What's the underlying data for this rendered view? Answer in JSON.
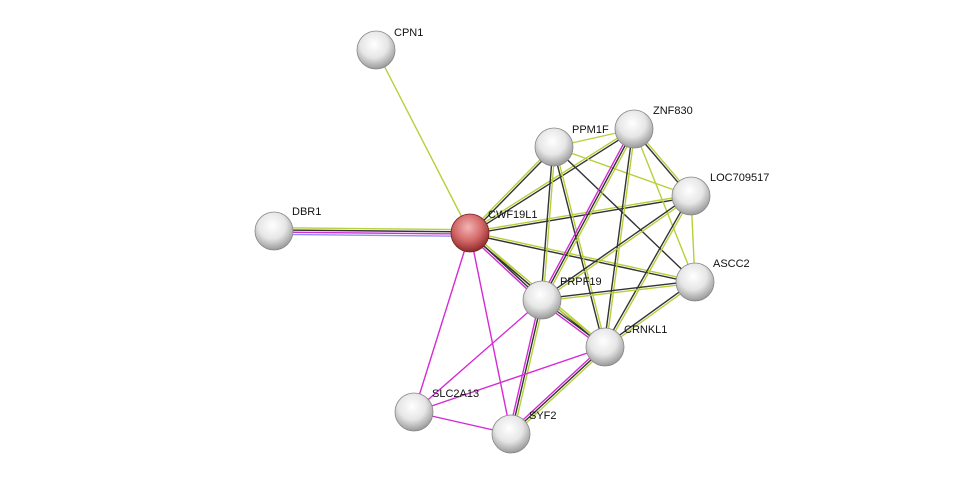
{
  "colors": {
    "textmining": "#b5d13a",
    "coexpression": "#333333",
    "experiments": "#d52ad5",
    "databases": "#8f8fef",
    "query_node": "#d05a5a",
    "node": "#e8e8e8"
  },
  "nodes": [
    {
      "id": "CPN1",
      "label": "CPN1",
      "query": false
    },
    {
      "id": "DBR1",
      "label": "DBR1",
      "query": false
    },
    {
      "id": "CWF19L1",
      "label": "CWF19L1",
      "query": true
    },
    {
      "id": "PPM1F",
      "label": "PPM1F",
      "query": false
    },
    {
      "id": "ZNF830",
      "label": "ZNF830",
      "query": false
    },
    {
      "id": "LOC709517",
      "label": "LOC709517",
      "query": false
    },
    {
      "id": "ASCC2",
      "label": "ASCC2",
      "query": false
    },
    {
      "id": "PRPF19",
      "label": "PRPF19",
      "query": false
    },
    {
      "id": "CRNKL1",
      "label": "CRNKL1",
      "query": false
    },
    {
      "id": "SLC2A13",
      "label": "SLC2A13",
      "query": false
    },
    {
      "id": "SYF2",
      "label": "SYF2",
      "query": false
    }
  ],
  "edges": [
    {
      "from": "CPN1",
      "to": "CWF19L1",
      "types": [
        "textmining"
      ]
    },
    {
      "from": "DBR1",
      "to": "CWF19L1",
      "types": [
        "textmining",
        "coexpression",
        "experiments",
        "databases"
      ]
    },
    {
      "from": "CWF19L1",
      "to": "PPM1F",
      "types": [
        "textmining",
        "coexpression"
      ]
    },
    {
      "from": "CWF19L1",
      "to": "ZNF830",
      "types": [
        "textmining",
        "coexpression"
      ]
    },
    {
      "from": "CWF19L1",
      "to": "LOC709517",
      "types": [
        "textmining",
        "coexpression"
      ]
    },
    {
      "from": "CWF19L1",
      "to": "ASCC2",
      "types": [
        "textmining",
        "coexpression"
      ]
    },
    {
      "from": "CWF19L1",
      "to": "PRPF19",
      "types": [
        "textmining",
        "coexpression",
        "experiments"
      ]
    },
    {
      "from": "CWF19L1",
      "to": "CRNKL1",
      "types": [
        "textmining",
        "coexpression"
      ]
    },
    {
      "from": "CWF19L1",
      "to": "SLC2A13",
      "types": [
        "experiments"
      ]
    },
    {
      "from": "CWF19L1",
      "to": "SYF2",
      "types": [
        "experiments"
      ]
    },
    {
      "from": "PPM1F",
      "to": "ZNF830",
      "types": [
        "textmining"
      ]
    },
    {
      "from": "PPM1F",
      "to": "LOC709517",
      "types": [
        "textmining"
      ]
    },
    {
      "from": "PPM1F",
      "to": "PRPF19",
      "types": [
        "textmining",
        "coexpression"
      ]
    },
    {
      "from": "PPM1F",
      "to": "CRNKL1",
      "types": [
        "textmining",
        "coexpression"
      ]
    },
    {
      "from": "PPM1F",
      "to": "ASCC2",
      "types": [
        "coexpression"
      ]
    },
    {
      "from": "ZNF830",
      "to": "LOC709517",
      "types": [
        "textmining",
        "coexpression"
      ]
    },
    {
      "from": "ZNF830",
      "to": "ASCC2",
      "types": [
        "textmining"
      ]
    },
    {
      "from": "ZNF830",
      "to": "PRPF19",
      "types": [
        "textmining",
        "coexpression",
        "experiments"
      ]
    },
    {
      "from": "ZNF830",
      "to": "CRNKL1",
      "types": [
        "textmining",
        "coexpression"
      ]
    },
    {
      "from": "LOC709517",
      "to": "ASCC2",
      "types": [
        "textmining"
      ]
    },
    {
      "from": "LOC709517",
      "to": "PRPF19",
      "types": [
        "textmining",
        "coexpression"
      ]
    },
    {
      "from": "LOC709517",
      "to": "CRNKL1",
      "types": [
        "textmining",
        "coexpression"
      ]
    },
    {
      "from": "ASCC2",
      "to": "PRPF19",
      "types": [
        "textmining",
        "coexpression"
      ]
    },
    {
      "from": "ASCC2",
      "to": "CRNKL1",
      "types": [
        "textmining",
        "coexpression"
      ]
    },
    {
      "from": "PRPF19",
      "to": "CRNKL1",
      "types": [
        "textmining",
        "coexpression",
        "experiments"
      ]
    },
    {
      "from": "PRPF19",
      "to": "SYF2",
      "types": [
        "textmining",
        "coexpression",
        "experiments"
      ]
    },
    {
      "from": "PRPF19",
      "to": "SLC2A13",
      "types": [
        "experiments"
      ]
    },
    {
      "from": "CRNKL1",
      "to": "SYF2",
      "types": [
        "textmining",
        "coexpression",
        "experiments"
      ]
    },
    {
      "from": "CRNKL1",
      "to": "SLC2A13",
      "types": [
        "experiments"
      ]
    },
    {
      "from": "SLC2A13",
      "to": "SYF2",
      "types": [
        "experiments"
      ]
    }
  ]
}
